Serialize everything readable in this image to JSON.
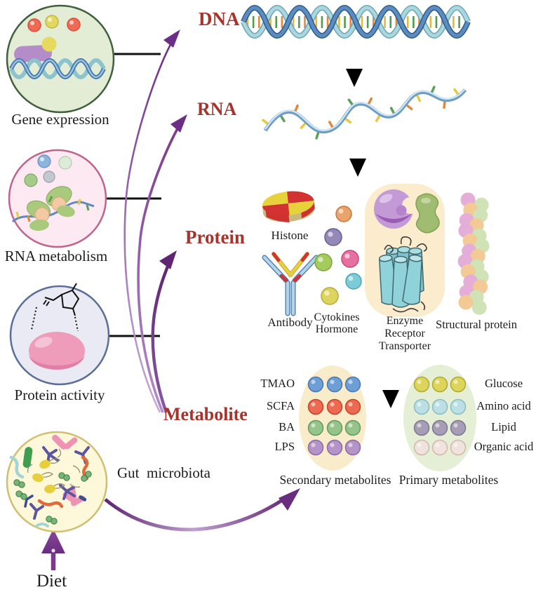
{
  "nodes": {
    "gene_expression": "Gene expression",
    "rna_metabolism": "RNA metabolism",
    "protein_activity": "Protein activity",
    "gut_microbiota": "Gut  microbiota",
    "diet": "Diet"
  },
  "omics_labels": {
    "dna": "DNA",
    "rna": "RNA",
    "protein": "Protein",
    "metabolite": "Metabolite"
  },
  "protein_items": {
    "histone": "Histone",
    "antibody": "Antibody",
    "cytokines": "Cytokines",
    "hormone": "Hormone",
    "enzyme": "Enzyme",
    "receptor": "Receptor",
    "transporter": "Transporter",
    "structural_protein": "Structural protein"
  },
  "metabolites": {
    "secondary": {
      "title": "Secondary metabolites",
      "rows": [
        {
          "label": "TMAO",
          "color": "#6d9ed6",
          "edge": "#4878b0"
        },
        {
          "label": "SCFA",
          "color": "#ec6a52",
          "edge": "#c84028"
        },
        {
          "label": "BA",
          "color": "#94c489",
          "edge": "#64985c"
        },
        {
          "label": "LPS",
          "color": "#b493c8",
          "edge": "#8c68a4"
        }
      ]
    },
    "primary": {
      "title": "Primary metabolites",
      "rows": [
        {
          "label": "Glucose",
          "color": "#ddd45c",
          "edge": "#b0a830"
        },
        {
          "label": "Amino acid",
          "color": "#bcdfe4",
          "edge": "#88bcc4"
        },
        {
          "label": "Lipid",
          "color": "#a69eb4",
          "edge": "#7e7490"
        },
        {
          "label": "Organic acid",
          "color": "#f0e2dc",
          "edge": "#d0b8b0"
        }
      ]
    }
  },
  "colors": {
    "omics_label_red": "#a8322c",
    "text_black": "#1c1c1c",
    "arrow_purple": "#7c3a8e",
    "arrow_purple_dark": "#5f2472",
    "arrow_purple_light": "#c3a5d2",
    "secondary_ellipse": "#f9ecca",
    "primary_ellipse": "#e4efd5",
    "enzyme_box": "#faeccd"
  },
  "illustrations": [
    "dna-double-helix",
    "rna-strand",
    "histone",
    "antibody",
    "cytokine-hormone-molecules",
    "enzyme-receptor-transporter",
    "structural-protein-chain",
    "gut-bacteria",
    "secondary-metabolite-dots",
    "primary-metabolite-dots",
    "diet-arrow"
  ]
}
